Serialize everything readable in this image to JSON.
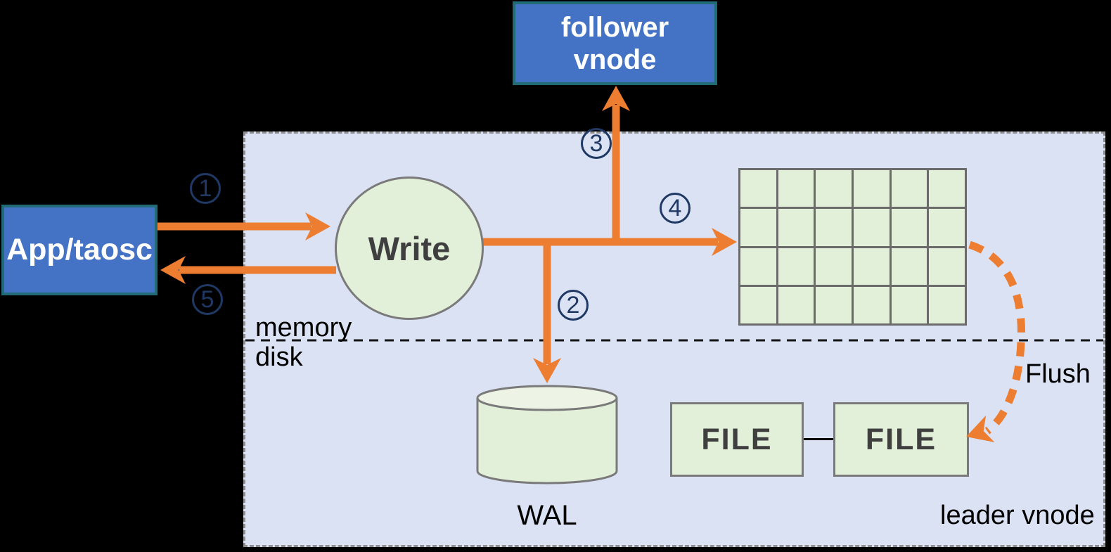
{
  "colors": {
    "background": "#000000",
    "panel_fill": "#DAE2F3",
    "panel_border": "#8F8F8F",
    "node_blue": "#4473C6",
    "node_blue_border": "#206B76",
    "shape_green": "#E2EFD9",
    "shape_green_light": "#EDF4E5",
    "shape_border": "#7A7A7A",
    "grid_line": "#6B6B6B",
    "arrow_orange": "#ED7D31",
    "step_navy": "#1F3864",
    "dark_text": "#3F3F3F",
    "black_text": "#000000",
    "white_text": "#FFFFFF"
  },
  "nodes": {
    "app": {
      "label": "App/taosc"
    },
    "follower": {
      "lines": [
        "follower",
        "vnode"
      ]
    },
    "write": {
      "label": "Write"
    },
    "wal": {
      "label": "WAL"
    },
    "file1": {
      "label": "FILE"
    },
    "file2": {
      "label": "FILE"
    }
  },
  "labels": {
    "memory": "memory",
    "disk": "disk",
    "flush": "Flush",
    "leader_vnode": "leader vnode"
  },
  "steps": [
    "1",
    "2",
    "3",
    "4",
    "5"
  ],
  "grid": {
    "rows": 4,
    "cols": 6
  }
}
